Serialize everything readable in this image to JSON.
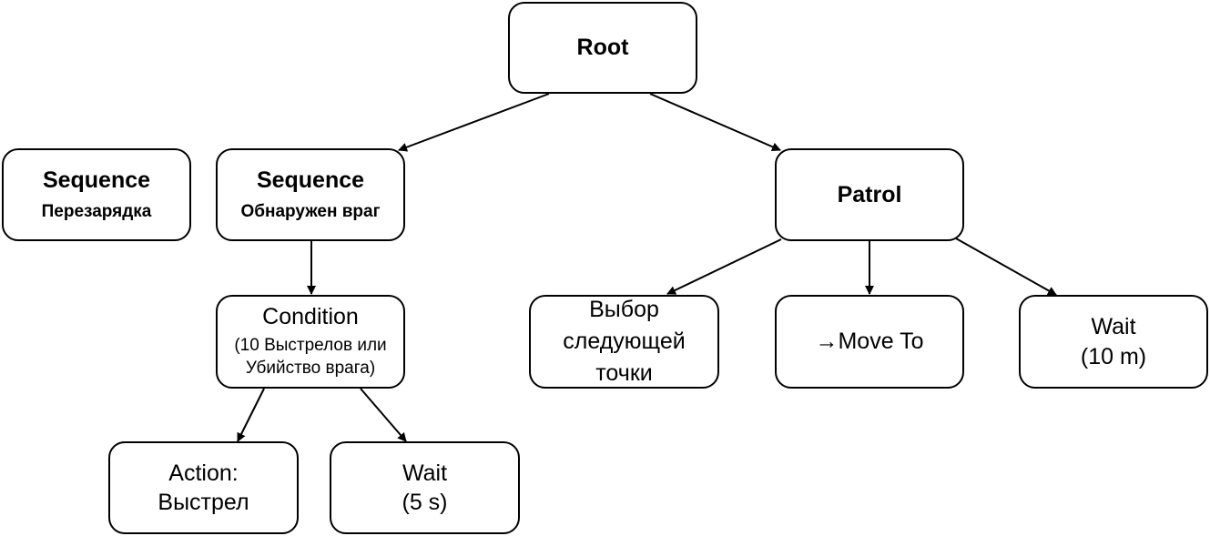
{
  "nodes": {
    "root": {
      "label": "Root"
    },
    "reload": {
      "title": "Sequence",
      "subtitle": "Перезарядка"
    },
    "enemy": {
      "title": "Sequence",
      "subtitle": "Обнаружен враг"
    },
    "patrol": {
      "label": "Patrol"
    },
    "condition": {
      "title": "Condition",
      "line1": "(10 Выстрелов или",
      "line2": "Убийство врага)"
    },
    "pick_point": {
      "line1": "Выбор",
      "line2": "следующей",
      "line3": "точки"
    },
    "move_to": {
      "label": "→Move To"
    },
    "wait_patrol": {
      "line1": "Wait",
      "line2": "(10 m)"
    },
    "shoot": {
      "line1": "Action:",
      "line2": "Выстрел"
    },
    "wait_shoot": {
      "line1": "Wait",
      "line2": "(5 s)"
    }
  },
  "colors": {
    "stroke": "#000000",
    "fill": "#ffffff"
  }
}
